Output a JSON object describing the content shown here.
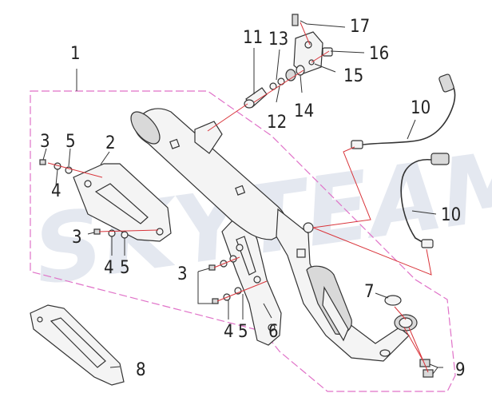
{
  "diagram": {
    "watermark_text": "SKYTEAM",
    "labels": {
      "l1": "1",
      "l2": "2",
      "l3a": "3",
      "l3b": "3",
      "l3c": "3",
      "l4a": "4",
      "l4b": "4",
      "l4c": "4",
      "l5a": "5",
      "l5b": "5",
      "l5c": "5",
      "l6": "6",
      "l7": "7",
      "l8": "8",
      "l9": "9",
      "l10a": "10",
      "l10b": "10",
      "l11": "11",
      "l12": "12",
      "l13": "13",
      "l14": "14",
      "l15": "15",
      "l16": "16",
      "l17": "17"
    }
  }
}
